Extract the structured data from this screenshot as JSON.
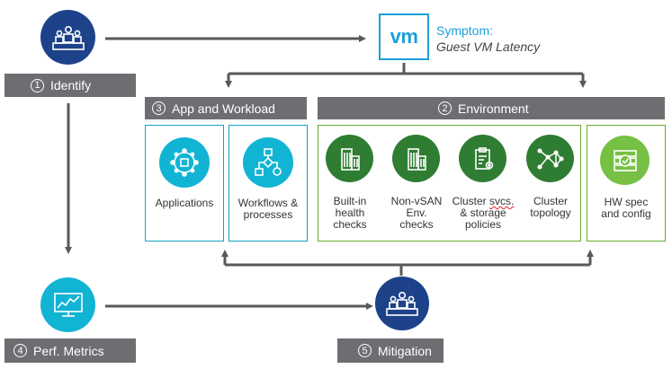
{
  "symptom": {
    "vm_label": "vm",
    "title": "Symptom:",
    "subtitle": "Guest VM Latency"
  },
  "steps": {
    "identify": {
      "num": "1",
      "label": "Identify"
    },
    "environment": {
      "num": "2",
      "label": "Environment"
    },
    "app_workload": {
      "num": "3",
      "label": "App and Workload"
    },
    "perf_metrics": {
      "num": "4",
      "label": "Perf. Metrics"
    },
    "mitigation": {
      "num": "5",
      "label": "Mitigation"
    }
  },
  "app_cards": [
    {
      "label": "Applications"
    },
    {
      "label_line1": "Workflows &",
      "label_line2": "processes"
    }
  ],
  "env_cards": [
    {
      "line1": "Built-in",
      "line2": "health",
      "line3": "checks"
    },
    {
      "line1": "Non-vSAN",
      "line2": "Env.",
      "line3": "checks"
    },
    {
      "line1_a": "Cluster ",
      "line1_b": "svcs.",
      "line2": "& storage",
      "line3": "policies"
    },
    {
      "line1": "Cluster",
      "line2": "topology"
    }
  ],
  "hw_card": {
    "line1": "HW spec",
    "line2": "and config"
  },
  "icons": {
    "identify": "team-icon",
    "mitigation": "team-icon",
    "perf_metrics": "monitor-chart-icon",
    "applications": "network-hub-icon",
    "workflows": "flowchart-icon",
    "health": "building-icon",
    "env": "building-icon",
    "cluster_svcs": "clipboard-gear-icon",
    "topology": "topology-icon",
    "hw": "server-check-icon"
  },
  "colors": {
    "navy": "#1d428a",
    "teal": "#12b4d4",
    "green": "#2e7d32",
    "lime": "#76c043",
    "gray_bar": "#6d6e71",
    "arrow": "#595959",
    "vm_blue": "#1d9fd8"
  }
}
